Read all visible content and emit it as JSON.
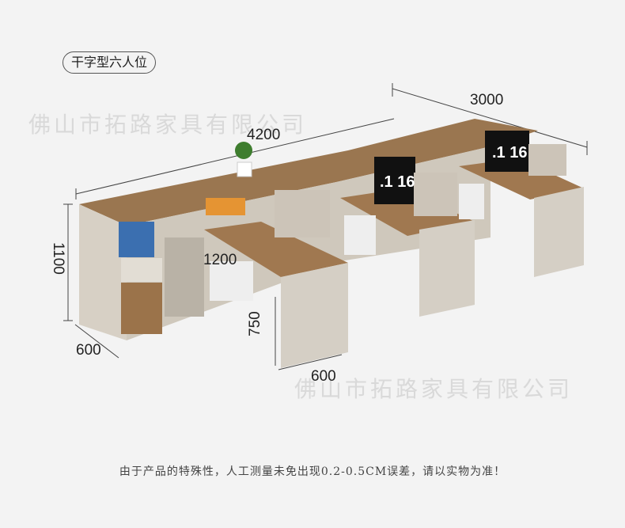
{
  "tag": "干字型六人位",
  "watermarks": [
    "佛山市拓路家具有限公司",
    "佛山市拓路家具有限公司"
  ],
  "dimensions": {
    "width_top": "3000",
    "length_main": "4200",
    "height": "1100",
    "desk_depth": "1200",
    "desk_height": "750",
    "side_depth": "600",
    "desk_width": "600"
  },
  "monitor_text": ".1 16",
  "footnote": "由于产品的特殊性，人工测量未免出现0.2-0.5CM误差，请以实物为准！",
  "colors": {
    "background": "#f3f3f3",
    "wood": "#a37a50",
    "panel": "#d6d0c6"
  }
}
